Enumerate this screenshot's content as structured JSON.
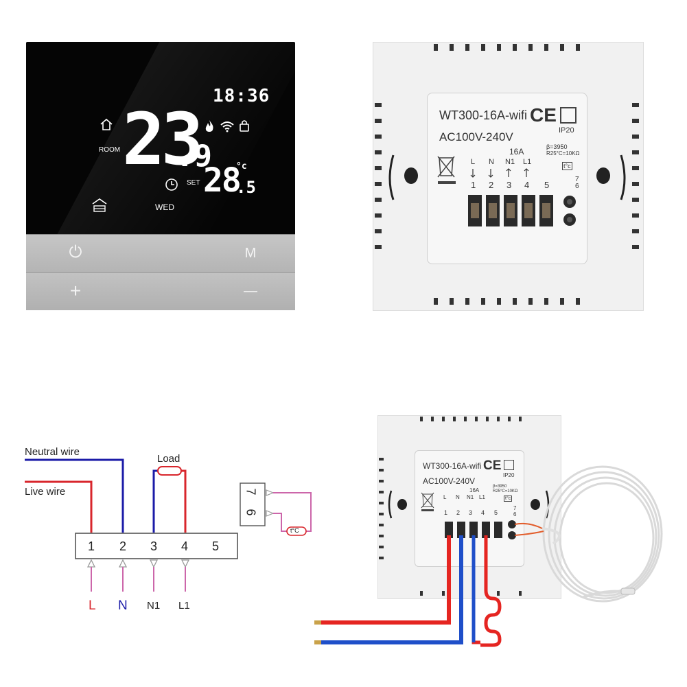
{
  "thermostat": {
    "clock": "18:36",
    "room_temp_main": "23",
    "room_temp_decimal": ".9",
    "room_unit": "°c",
    "room_label": "ROOM",
    "set_label": "SET",
    "set_temp_main": "28",
    "set_temp_decimal": ".5",
    "set_unit": "°c",
    "day": "WED",
    "buttons": {
      "power": "⏻",
      "mode": "M",
      "plus": "+",
      "minus": "—"
    }
  },
  "back_panel": {
    "model": "WT300-16A-wifi",
    "ce": "CE",
    "ip": "IP20",
    "voltage": "AC100V-240V",
    "current": "16A",
    "beta": "β=3950",
    "resistance": "R25°C=10KΩ",
    "sensor": "t°c",
    "terminals": [
      {
        "letter": "L",
        "num": "1"
      },
      {
        "letter": "N",
        "num": "2"
      },
      {
        "letter": "N1",
        "num": "3"
      },
      {
        "letter": "L1",
        "num": "4"
      },
      {
        "letter": "",
        "num": "5"
      }
    ],
    "sensor_terminals": [
      "7",
      "6"
    ]
  },
  "diagram": {
    "neutral_label": "Neutral wire",
    "live_label": "Live wire",
    "load_label": "Load",
    "terminal_numbers": [
      "1",
      "2",
      "3",
      "4",
      "5"
    ],
    "bottom_labels": [
      "L",
      "N",
      "N1",
      "L1"
    ],
    "sensor_numbers": [
      "7",
      "6"
    ],
    "sensor_label": "t°C",
    "colors": {
      "neutral": "#1c1ca8",
      "live": "#d8262c",
      "n_label": "#1c1ca8",
      "l_label": "#d8262c",
      "sensor": "#cc66aa"
    }
  },
  "wired_view": {
    "model": "WT300-16A-wifi",
    "ce": "CE",
    "ip": "IP20",
    "voltage": "AC100V-240V",
    "current": "16A",
    "beta": "β=3950",
    "resistance": "R25°C=10KΩ",
    "sensor": "t°c",
    "terminals": [
      {
        "letter": "L",
        "num": "1"
      },
      {
        "letter": "N",
        "num": "2"
      },
      {
        "letter": "N1",
        "num": "3"
      },
      {
        "letter": "L1",
        "num": "4"
      },
      {
        "letter": "",
        "num": "5"
      }
    ],
    "sensor_terminals": [
      "7",
      "6"
    ]
  }
}
